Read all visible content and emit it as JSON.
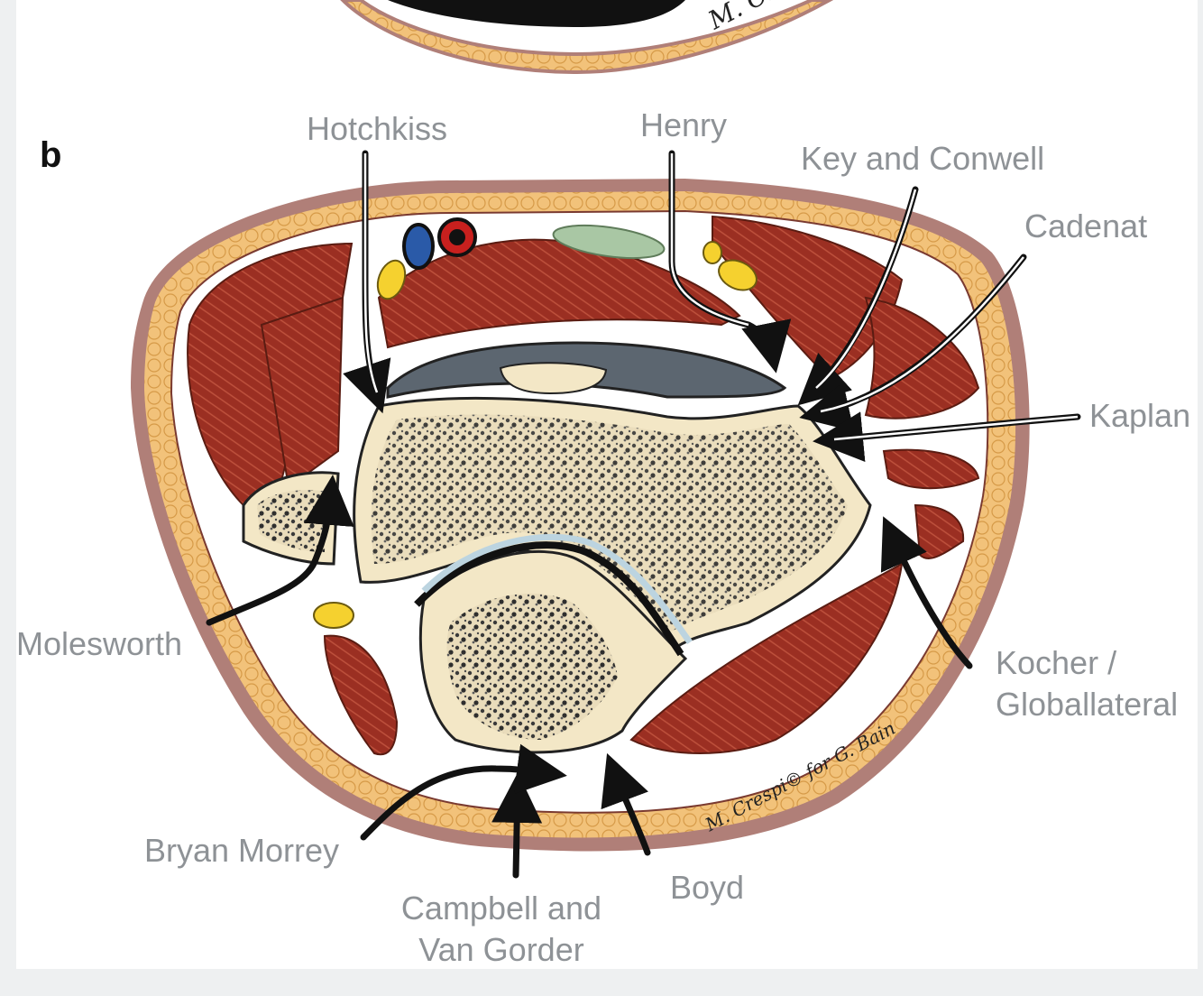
{
  "panel_letter": "b",
  "approaches": {
    "hotchkiss": "Hotchkiss",
    "henry": "Henry",
    "key_conwell": "Key and Conwell",
    "cadenat": "Cadenat",
    "kaplan": "Kaplan",
    "kocher_line1": "Kocher /",
    "kocher_line2": "Globallateral",
    "boyd": "Boyd",
    "campbell_line1": "Campbell and",
    "campbell_line2": "Van Gorder",
    "bryan_morrey": "Bryan Morrey",
    "molesworth": "Molesworth"
  },
  "signatures": {
    "top": "M. Crespi",
    "bottom": "M. Crespi© for G. Bain"
  },
  "colors": {
    "label": "#8e9296",
    "skin": "#b07f78",
    "fat": "#f2c27a",
    "muscle": "#9b2f22",
    "bone": "#f3e7c6",
    "cartilage": "#5c6670",
    "nerve": "#f5d12f",
    "vein": "#2a5aa8",
    "artery": "#c8201e",
    "arrow": "#111111"
  }
}
